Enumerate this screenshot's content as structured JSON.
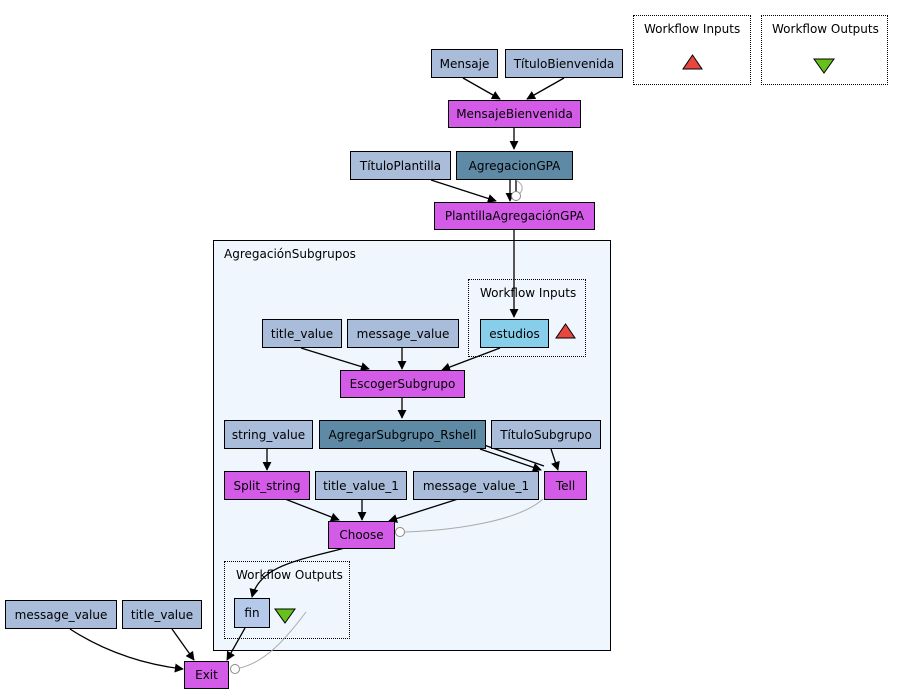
{
  "top": {
    "inputs_label": "Workflow Inputs",
    "outputs_label": "Workflow Outputs",
    "input_icon_color": "#e8473f",
    "output_icon_color": "#66c21a"
  },
  "nodes": {
    "mensaje": "Mensaje",
    "titulo_bienvenida": "TítuloBienvenida",
    "mensaje_bienvenida": "MensajeBienvenida",
    "titulo_plantilla": "TítuloPlantilla",
    "agregacion_gpa": "AgregacionGPA",
    "plantilla_agregacion_gpa": "PlantillaAgregaciónGPA",
    "title_value_sub": "title_value",
    "message_value_sub": "message_value",
    "estudios": "estudios",
    "escoger_subgrupo": "EscogerSubgrupo",
    "string_value": "string_value",
    "agregar_subgrupo_rshell": "AgregarSubgrupo_Rshell",
    "titulo_subgrupo": "TítuloSubgrupo",
    "split_string": "Split_string",
    "title_value_1": "title_value_1",
    "message_value_1": "message_value_1",
    "tell": "Tell",
    "choose": "Choose",
    "fin": "fin",
    "message_value_outer": "message_value",
    "title_value_outer": "title_value",
    "exit": "Exit"
  },
  "subworkflow": {
    "label": "AgregaciónSubgrupos",
    "inputs_label": "Workflow Inputs",
    "outputs_label": "Workflow Outputs"
  },
  "colors": {
    "constant": "#a9bcd9",
    "beanshell": "#d45ae8",
    "rshell": "#5f8aa5",
    "workflow_input": "#87ceeb",
    "workflow_output": "#b5caea",
    "subworkflow_bg": "#eff6fd",
    "control_link": "#aaaaaa"
  }
}
